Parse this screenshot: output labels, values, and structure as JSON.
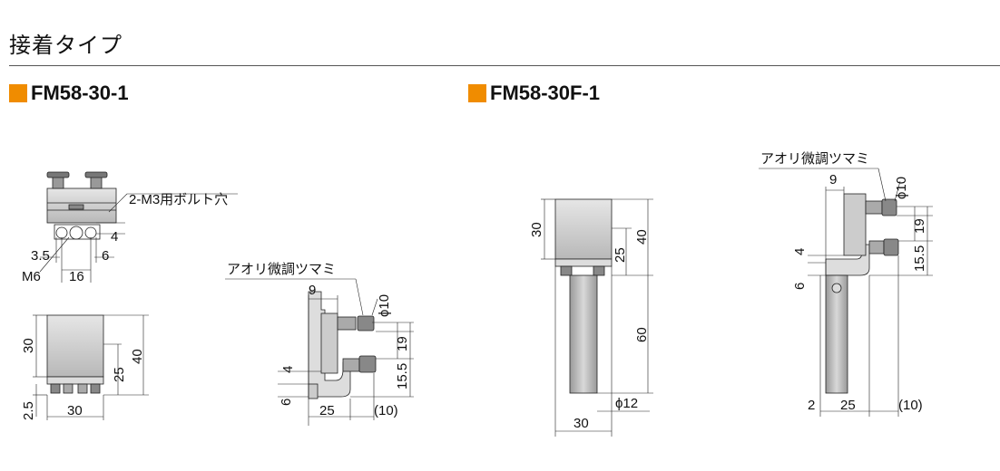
{
  "section_title": "接着タイプ",
  "accent_color": "#f08c00",
  "models": [
    {
      "name": "FM58-30-1",
      "labels": {
        "tapped_holes": "2-M3用ボルト穴",
        "dim_4a": "4",
        "dim_3_5": "3.5",
        "dim_6a": "6",
        "mount_thread": "M6",
        "dim_16": "16",
        "dim_30_h": "30",
        "dim_25_h": "25",
        "dim_40_h": "40",
        "dim_2_5": "2.5",
        "dim_30_w": "30",
        "knob_label": "アオリ微調ツマミ",
        "dim_9": "9",
        "dim_phi10": "ϕ10",
        "dim_19": "19",
        "dim_4b": "4",
        "dim_15_5": "15.5",
        "dim_6b": "6",
        "dim_25_w": "25",
        "dim_10": "(10)"
      }
    },
    {
      "name": "FM58-30F-1",
      "labels": {
        "dim_30_h": "30",
        "dim_25_h": "25",
        "dim_40_h": "40",
        "dim_60": "60",
        "dim_phi12": "ϕ12",
        "dim_30_w": "30",
        "knob_label": "アオリ微調ツマミ",
        "dim_9": "9",
        "dim_phi10": "ϕ10",
        "dim_19": "19",
        "dim_4": "4",
        "dim_15_5": "15.5",
        "dim_6": "6",
        "dim_2": "2",
        "dim_25_w": "25",
        "dim_10": "(10)"
      }
    }
  ]
}
